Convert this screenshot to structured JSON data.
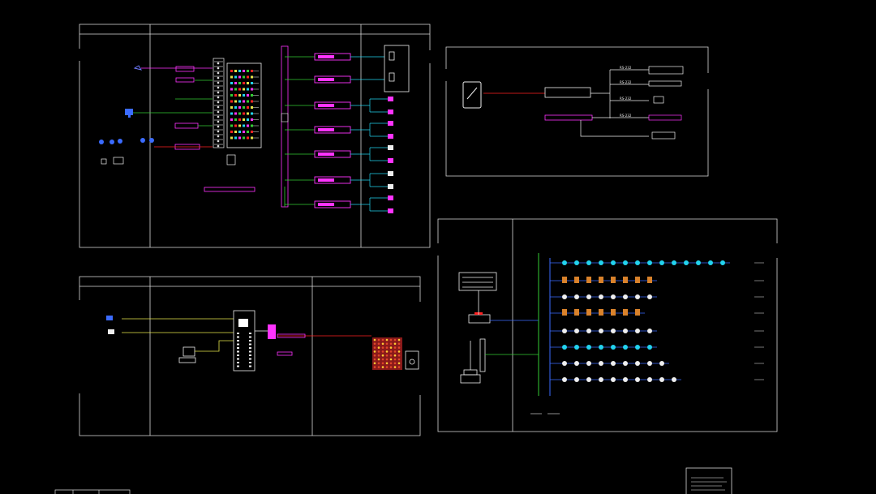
{
  "drawing": {
    "background": "#000000",
    "frame_color": "#d9d9d9",
    "colors": {
      "magenta": "#ff33ff",
      "green": "#33cc33",
      "cyan": "#22d3ee",
      "red": "#ff2222",
      "yellow": "#e6e64a",
      "blue": "#3b6bff",
      "orange": "#d9822b",
      "white": "#eeeeee"
    }
  },
  "panels": {
    "p1": {
      "headers": [
        "",
        "",
        ""
      ]
    },
    "p3": {
      "headers": [
        "",
        "",
        ""
      ]
    },
    "p2": {
      "labels": [
        "RS-232",
        "RS-232",
        "RS-232",
        "RS-232",
        "",
        "",
        "",
        ""
      ]
    }
  },
  "icons": {
    "tablet": "tablet-icon",
    "computer": "computer-icon",
    "camera": "camera-icon",
    "printer": "printer-icon",
    "server": "server-icon",
    "speaker": "speaker-icon",
    "light": "light-bulb-icon",
    "switch": "network-switch-icon"
  },
  "notes": {
    "title": "",
    "lines": [
      "",
      "",
      "",
      ""
    ]
  }
}
